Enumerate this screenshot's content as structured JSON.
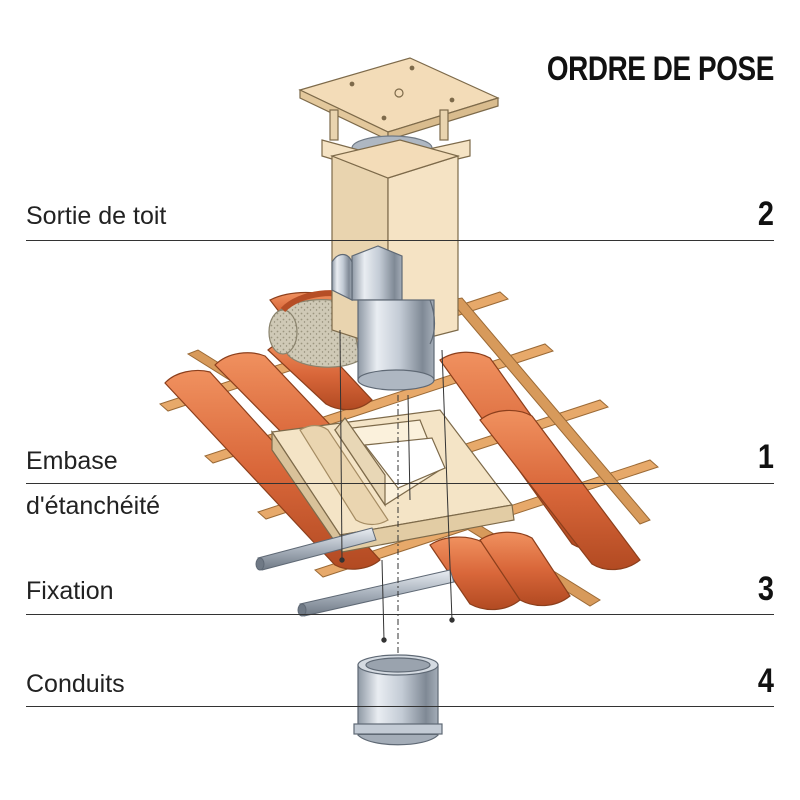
{
  "title": "ORDRE DE POSE",
  "steps": [
    {
      "label": "Sortie de toit",
      "number": "2"
    },
    {
      "label": "Embase",
      "label_line2": "d'étanchéité",
      "number": "1"
    },
    {
      "label": "Fixation",
      "number": "3"
    },
    {
      "label": "Conduits",
      "number": "4"
    }
  ],
  "colors": {
    "tile": "#d9673a",
    "tile_shadow": "#b64e26",
    "tile_light": "#ee8c5c",
    "batten": "#e7a96a",
    "batten_dark": "#c98848",
    "chimney_face": "#f5e3c4",
    "chimney_side": "#e9d4af",
    "chimney_top": "#f3dcb8",
    "steel_light": "#eef1f5",
    "steel_mid": "#b9c2cd",
    "steel_dark": "#7e8894",
    "mortar": "#cfc9b6",
    "line": "#333333"
  }
}
